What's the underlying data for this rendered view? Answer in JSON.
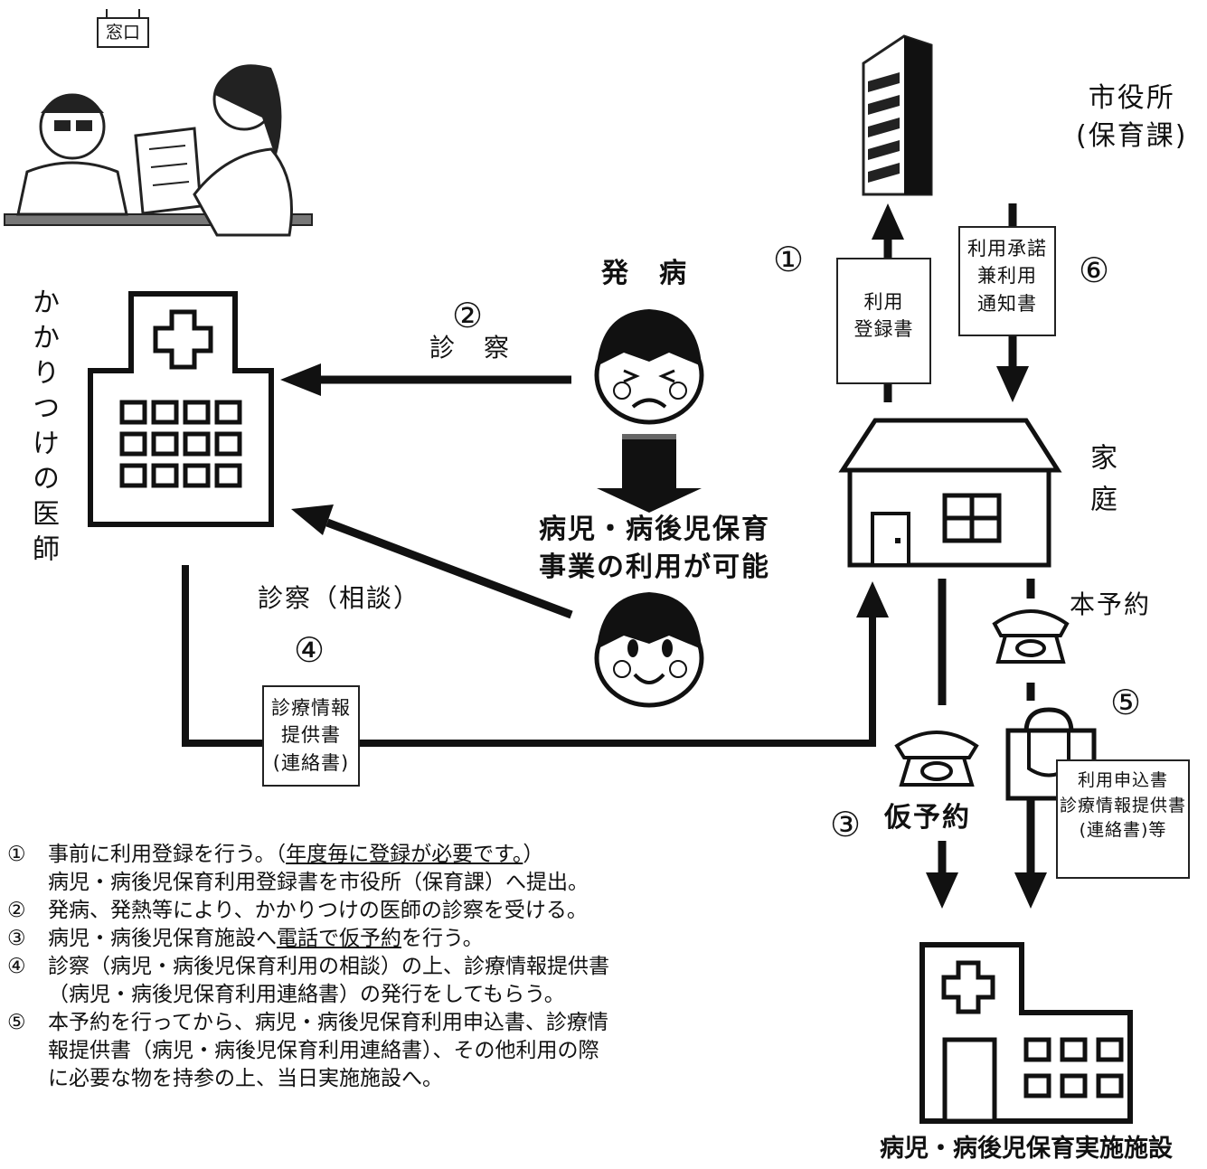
{
  "window_sign": "窓口",
  "nodes": {
    "city_hall": [
      "市役所",
      "(保育課)"
    ],
    "family_doctor": "かかりつけの医師",
    "home": "家庭",
    "facility": "病児・病後児保育実施施設",
    "onset": "発　病",
    "possible": [
      "病児・病後児保育",
      "事業の利用が可能"
    ]
  },
  "steps": {
    "s1": "①",
    "s2": "②",
    "s2_label": "診　察",
    "s3": "③",
    "s3_label": "仮予約",
    "s4": "④",
    "s4_label": "診察（相談）",
    "s5": "⑤",
    "s5_label": "本予約",
    "s6": "⑥"
  },
  "documents": {
    "registration": [
      "利用",
      "登録書"
    ],
    "approval": [
      "利用承諾",
      "兼利用",
      "通知書"
    ],
    "medical_info": [
      "診療情報",
      "提供書",
      "(連絡書)"
    ],
    "application": [
      "利用申込書",
      "診療情報提供書",
      "(連絡書)等"
    ]
  },
  "notes": [
    {
      "mark": "①",
      "text": "事前に利用登録を行う。（",
      "underline": "年度毎に登録が必要です。",
      "tail": "）\n病児・病後児保育利用登録書を市役所（保育課）へ提出。"
    },
    {
      "mark": "②",
      "text": "発病、発熱等により、かかりつけの医師の診察を受ける。",
      "underline": "",
      "tail": ""
    },
    {
      "mark": "③",
      "text": "病児・病後児保育施設へ",
      "underline": "電話で仮予約",
      "tail": "を行う。"
    },
    {
      "mark": "④",
      "text": "診察（病児・病後児保育利用の相談）の上、診療情報提供書\n（病児・病後児保育利用連絡書）の発行をしてもらう。",
      "underline": "",
      "tail": ""
    },
    {
      "mark": "⑤",
      "text": "本予約を行ってから、病児・病後児保育利用申込書、診療情\n報提供書（病児・病後児保育利用連絡書）、その他利用の際\nに必要な物を持参の上、当日実施施設へ。",
      "underline": "",
      "tail": ""
    }
  ],
  "colors": {
    "ink": "#111111",
    "paper": "#ffffff",
    "shade": "#444444"
  },
  "icons": [
    "building-icon",
    "hospital-icon",
    "house-icon",
    "telephone-icon",
    "bag-icon",
    "sick-child-icon",
    "happy-child-icon",
    "reception-icon"
  ]
}
